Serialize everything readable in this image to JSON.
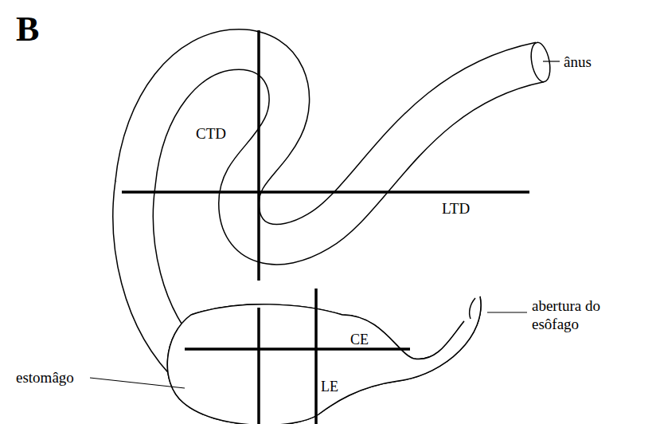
{
  "diagram": {
    "labels": [
      "B",
      "CTD",
      "LTD",
      "ânus",
      "abertura do esôfago",
      "CE",
      "estomâgo",
      "LE"
    ]
  }
}
